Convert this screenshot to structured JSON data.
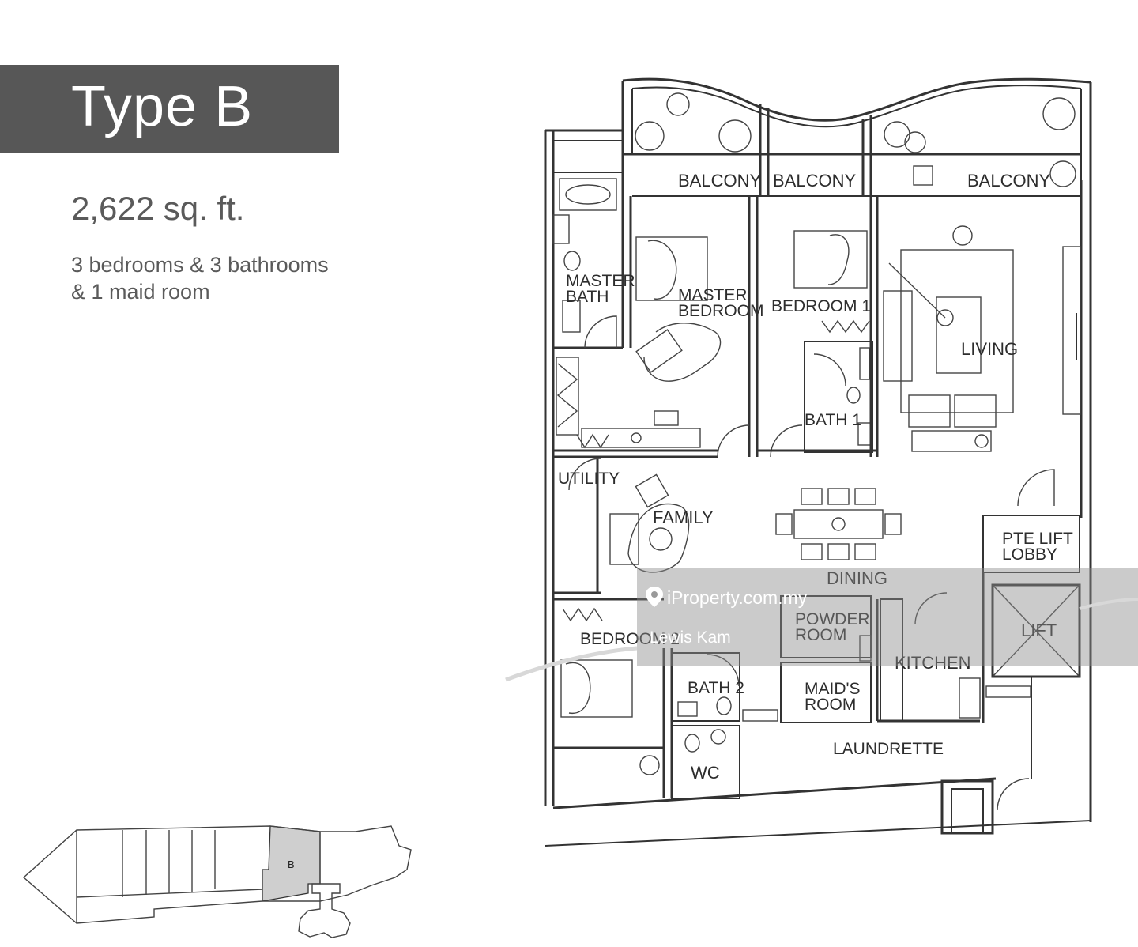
{
  "header": {
    "title": "Type B",
    "area": "2,622 sq. ft.",
    "description_line1": "3 bedrooms & 3 bathrooms",
    "description_line2": "& 1 maid room"
  },
  "floor_plan": {
    "rooms": {
      "balcony_1": "BALCONY",
      "balcony_2": "BALCONY",
      "balcony_3": "BALCONY",
      "master_bath_l1": "MASTER",
      "master_bath_l2": "BATH",
      "master_bedroom_l1": "MASTER",
      "master_bedroom_l2": "BEDROOM",
      "bedroom_1": "BEDROOM 1",
      "living": "LIVING",
      "bath_1": "BATH 1",
      "utility": "UTILITY",
      "family": "FAMILY",
      "pte_lift_lobby_l1": "PTE LIFT",
      "pte_lift_lobby_l2": "LOBBY",
      "dining": "DINING",
      "powder_room_l1": "POWDER",
      "powder_room_l2": "ROOM",
      "lift": "LIFT",
      "bedroom_2": "BEDROOM 2",
      "kitchen": "KITCHEN",
      "bath_2": "BATH 2",
      "maids_room_l1": "MAID'S",
      "maids_room_l2": "ROOM",
      "wc": "WC",
      "laundrette": "LAUNDRETTE"
    }
  },
  "key_plan": {
    "unit_label": "B",
    "highlight_color": "#cfcfcf"
  },
  "watermark": {
    "site": "iProperty.com.my",
    "agent": "Lewis Kam"
  }
}
